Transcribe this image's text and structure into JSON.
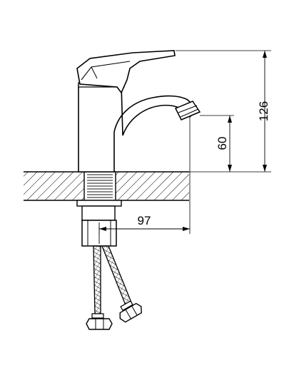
{
  "dimensions": {
    "total_height": "126",
    "spout_height": "60",
    "spout_reach": "97"
  }
}
